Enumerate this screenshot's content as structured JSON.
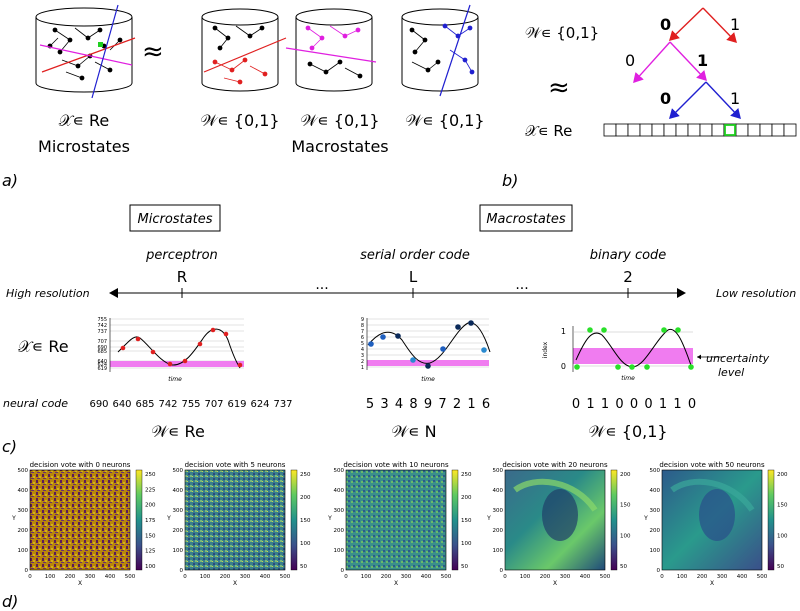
{
  "panel_a": {
    "label": "a)",
    "micro_var": "𝒳∊ Re",
    "micro_caption": "Microstates",
    "macro_var1": "𝒲∊ {0,1}",
    "macro_var2": "𝒲∊ {0,1}",
    "macro_var3": "𝒲∊ {0,1}",
    "macro_caption": "Macrostates",
    "approx_symbol": "≈"
  },
  "panel_b": {
    "label": "b)",
    "w_var": "𝒲∊ {0,1}",
    "x_var": "𝒳∊ Re",
    "approx_symbol": "≈",
    "tree_labels": {
      "top_left": "0",
      "top_right": "1",
      "mid_left": "0",
      "mid_right": "1",
      "low_left": "0",
      "low_right": "1"
    },
    "cell_count": 16,
    "highlight_cell": 10
  },
  "panel_c": {
    "label": "c)",
    "microstates_box": "Microstates",
    "macrostates_box": "Macrostates",
    "codes": [
      "perceptron",
      "serial order code",
      "binary code"
    ],
    "markers": [
      "R",
      "L",
      "2"
    ],
    "dots": [
      "...",
      "..."
    ],
    "high_res": "High resolution",
    "low_res": "Low resolution",
    "x_var": "𝒳∊ Re",
    "neural_code_label": "neural code",
    "perceptron_values": [
      "690",
      "640",
      "685",
      "742",
      "755",
      "707",
      "619",
      "624",
      "737"
    ],
    "serial_values": [
      "5",
      "3",
      "4",
      "8",
      "9",
      "7",
      "2",
      "1",
      "6"
    ],
    "binary_values": [
      "0",
      "1",
      "1",
      "0",
      "0",
      "0",
      "1",
      "1",
      "0"
    ],
    "w_re": "𝒲∊ Re",
    "w_n": "𝒲∊ N",
    "w_bin": "𝒲∊ {0,1}",
    "uncertainty": [
      "uncertainty",
      "level"
    ],
    "time_label": "time",
    "index_label": "index",
    "plot1_ticks": [
      "755",
      "742",
      "737",
      "707",
      "690",
      "685",
      "640",
      "624",
      "619"
    ],
    "plot2_ticks": [
      "9",
      "8",
      "7",
      "6",
      "5",
      "4",
      "3",
      "2",
      "1"
    ],
    "plot3_ticks": [
      "1",
      "0"
    ]
  },
  "panel_d": {
    "label": "d)",
    "titles": [
      "decision vote with 0 neurons",
      "decision vote with 5 neurons",
      "decision vote with 10 neurons",
      "decision vote with 20 neurons",
      "decision vote with 50 neurons"
    ],
    "xlabel": "X",
    "ylabel": "Y",
    "axis_ticks": [
      "0",
      "100",
      "200",
      "300",
      "400",
      "500"
    ],
    "colorbars": [
      [
        "250",
        "225",
        "200",
        "175",
        "150",
        "125",
        "100"
      ],
      [
        "250",
        "200",
        "150",
        "100",
        "50"
      ],
      [
        "250",
        "200",
        "150",
        "100",
        "50"
      ],
      [
        "200",
        "150",
        "100",
        "50"
      ],
      [
        "200",
        "150",
        "100",
        "50"
      ]
    ]
  },
  "colors": {
    "red": "#e02020",
    "magenta": "#e020e0",
    "blue": "#2020d0",
    "green": "#20d020",
    "pink_band": "#f07cf0",
    "navy": "#0b2a5a"
  }
}
